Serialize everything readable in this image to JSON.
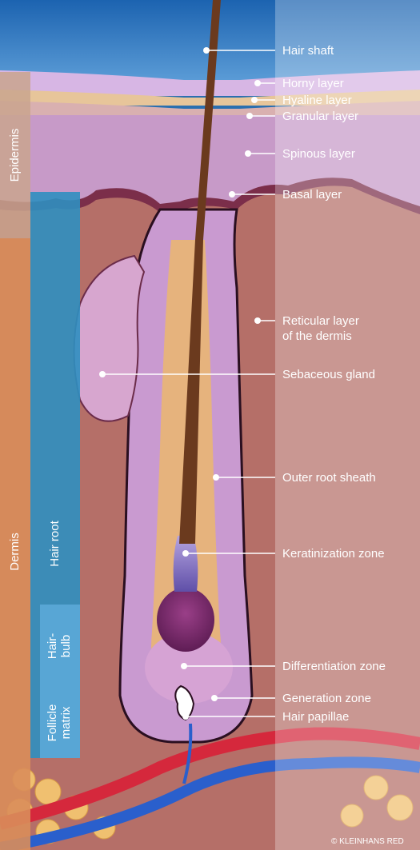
{
  "labels": {
    "hair_shaft": "Hair shaft",
    "horny_layer": "Horny layer",
    "hyaline_layer": "Hyaline layer",
    "granular_layer": "Granular layer",
    "spinous_layer": "Spinous layer",
    "basal_layer": "Basal layer",
    "reticular_layer_1": "Reticular layer",
    "reticular_layer_2": "of the dermis",
    "sebaceous_gland": "Sebaceous gland",
    "outer_root_sheath": "Outer root sheath",
    "keratinization_zone": "Keratinization zone",
    "differentiation_zone": "Differentiation zone",
    "generation_zone": "Generation zone",
    "hair_papillae": "Hair papillae"
  },
  "side_labels": {
    "epidermis": "Epidermis",
    "dermis": "Dermis",
    "hair_root": "Hair root",
    "hair_bulb_1": "Hair-",
    "hair_bulb_2": "bulb",
    "follicle_matrix_1": "Follicle",
    "follicle_matrix_2": "matrix"
  },
  "credit": "© KLEINHANS RED",
  "colors": {
    "background_blue": "#2a6fb0",
    "epidermis_band": "#c9a58e",
    "dermis_band": "#d98d5a",
    "hair_root_band": "#2f8fc0",
    "dermis_tissue": "#b56f68",
    "epidermis_tissue": "#c79ac8",
    "hair_shaft": "#6b3a1e",
    "keratinization_zone": "#7f6fc0",
    "artery": "#d5283c",
    "vein": "#2a5fcc",
    "fat": "#f0c070"
  }
}
